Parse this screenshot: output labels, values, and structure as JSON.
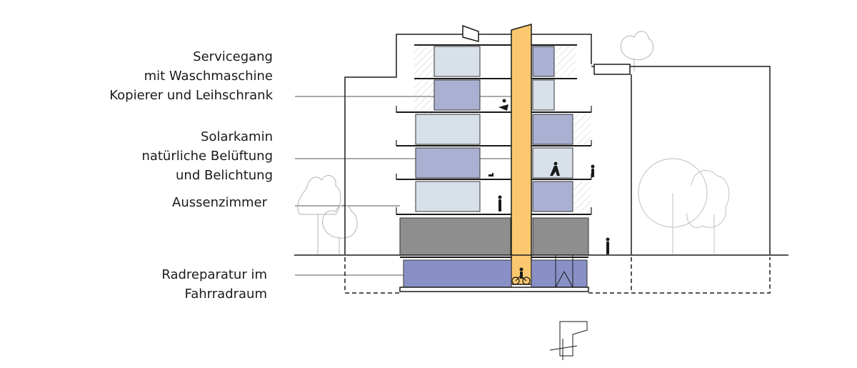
{
  "annotations": {
    "servicegang": [
      "Servicegang",
      "mit Waschmaschine",
      "Kopierer und Leihschrank"
    ],
    "solarkamin": [
      "Solarkamin",
      "natürliche Belüftung",
      "und Belichtung"
    ],
    "aussenzimmer": [
      "Aussenzimmer"
    ],
    "radreparatur": [
      "Radreparatur im",
      "Fahrradraum"
    ]
  },
  "colors": {
    "glass_light": "#d8e0ea",
    "glass_dark": "#a9b0d1",
    "solar_chimney": "#fbc870",
    "ground_floor": "#8e8e8e",
    "basement": "#8890c6",
    "line": "#1a1a1a",
    "tree_line": "#b0b0b0",
    "hatch": "#c9c9c9"
  },
  "icons": [
    "person-silhouette-icon",
    "dog-icon",
    "bicycle-icon",
    "tree-outline-icon",
    "site-plan-icon",
    "north-arrow-icon"
  ]
}
